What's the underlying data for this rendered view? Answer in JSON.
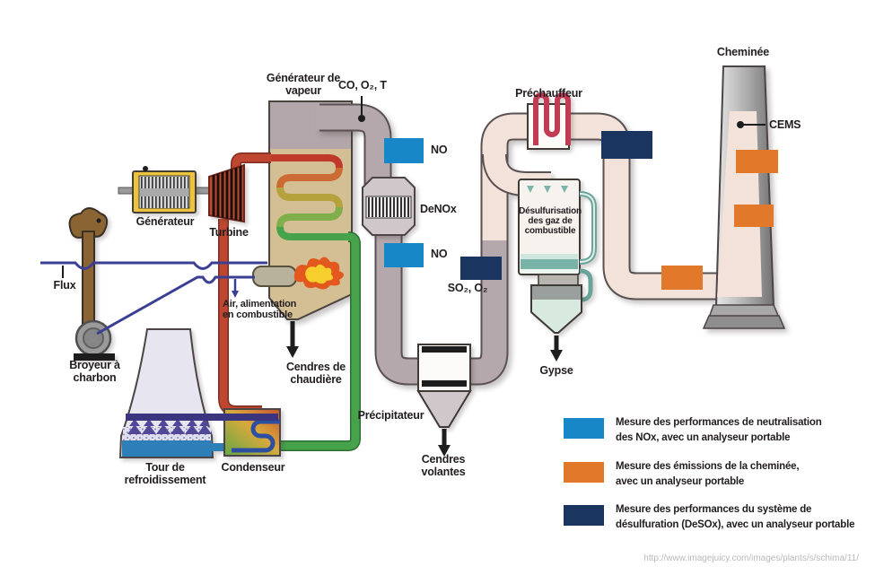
{
  "labels": {
    "steam_generator": "Générateur de vapeur",
    "probe": "CO, O₂, T",
    "generator": "Générateur",
    "turbine": "Turbine",
    "flux": "Flux",
    "coal_mill": "Broyeur à charbon",
    "air_fuel": "Air, alimentation en combustible",
    "boiler_ash": "Cendres de chaudière",
    "cooling_tower": "Tour de refroidissement",
    "condenser": "Condenseur",
    "no_upper": "NO",
    "denox": "DeNOx",
    "no_lower": "NO",
    "so2_o2": "SO₂, O₂",
    "precipitator": "Précipitateur",
    "fly_ash": "Cendres volantes",
    "preheater": "Préchauffeur",
    "fgd": "Désulfurisation des gaz de combustible",
    "gypsum": "Gypse",
    "chimney": "Cheminée",
    "cems": "CEMS"
  },
  "colors": {
    "no_monitor": "#1787c8",
    "stack_monitor": "#e2792a",
    "desox_monitor": "#1a3560"
  },
  "legend": {
    "items": [
      {
        "color": "#1787c8",
        "line1": "Mesure des performances de neutralisation",
        "line2": "des NOx, avec un analyseur portable"
      },
      {
        "color": "#e2792a",
        "line1": "Mesure des émissions de la cheminée,",
        "line2": "avec un analyseur portable"
      },
      {
        "color": "#1a3560",
        "line1": "Mesure des performances du système de",
        "line2": "désulfuration (DeSOx), avec un analyseur portable"
      }
    ]
  },
  "source_url": "http://www.imagejuicy.com/images/plants/s/schima/11/"
}
